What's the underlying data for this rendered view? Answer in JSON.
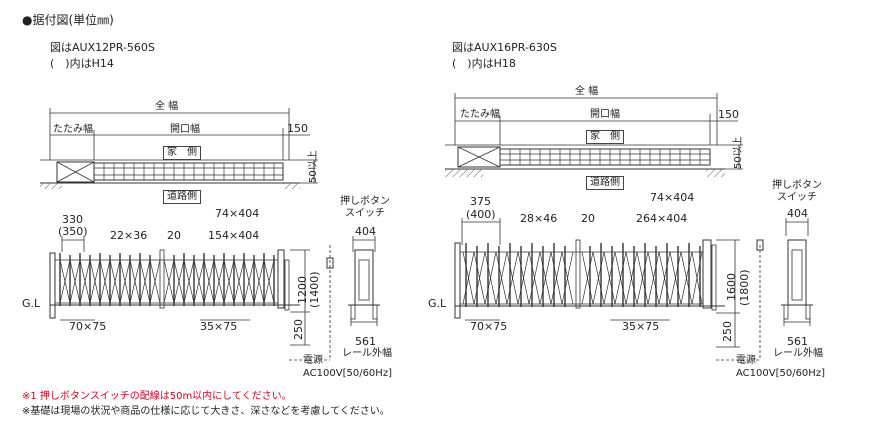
{
  "header": {
    "bullet": "●",
    "title": "据付図(単位㎜)"
  },
  "left": {
    "model_line": "図はAUX12PR-560S",
    "note_line": "(　)内はH14",
    "dims": {
      "overall": "全 幅",
      "fold": "たたみ幅",
      "opening": "開口幅",
      "right": "150",
      "house": "家　側",
      "road": "道路側",
      "depth": "50以上",
      "d330": "330",
      "d350": "(350)",
      "d22": "22×36",
      "d20": "20",
      "d74": "74×404",
      "d154": "154×404",
      "d1200": "1200",
      "d1400": "(1400)",
      "d250": "250",
      "d70": "70×75",
      "d35": "35×75",
      "switch1": "押しボタン",
      "switch2": "スイッチ",
      "side404": "404",
      "side561": "561",
      "rail": "レール外幅",
      "power1": "電源",
      "power2": "AC100V[50/60Hz]",
      "gl": "G.L"
    }
  },
  "right": {
    "model_line": "図はAUX16PR-630S",
    "note_line": "(　)内はH18",
    "dims": {
      "overall": "全 幅",
      "fold": "たたみ幅",
      "opening": "開口幅",
      "right": "150",
      "house": "家　側",
      "road": "道路側",
      "depth": "50以上",
      "d375": "375",
      "d400": "(400)",
      "d28": "28×46",
      "d20": "20",
      "d74": "74×404",
      "d264": "264×404",
      "d1600": "1600",
      "d1800": "(1800)",
      "d250": "250",
      "d70": "70×75",
      "d35": "35×75",
      "switch1": "押しボタン",
      "switch2": "スイッチ",
      "side404": "404",
      "side561": "561",
      "rail": "レール外幅",
      "power1": "電源",
      "power2": "AC100V[50/60Hz]",
      "gl": "G.L"
    }
  },
  "notes": {
    "n1": "※1  押しボタンスイッチの配線は50m以内にしてください。",
    "n2": "※基礎は現場の状況や商品の仕様に応じて大きさ、深さなどを考慮してください。"
  }
}
